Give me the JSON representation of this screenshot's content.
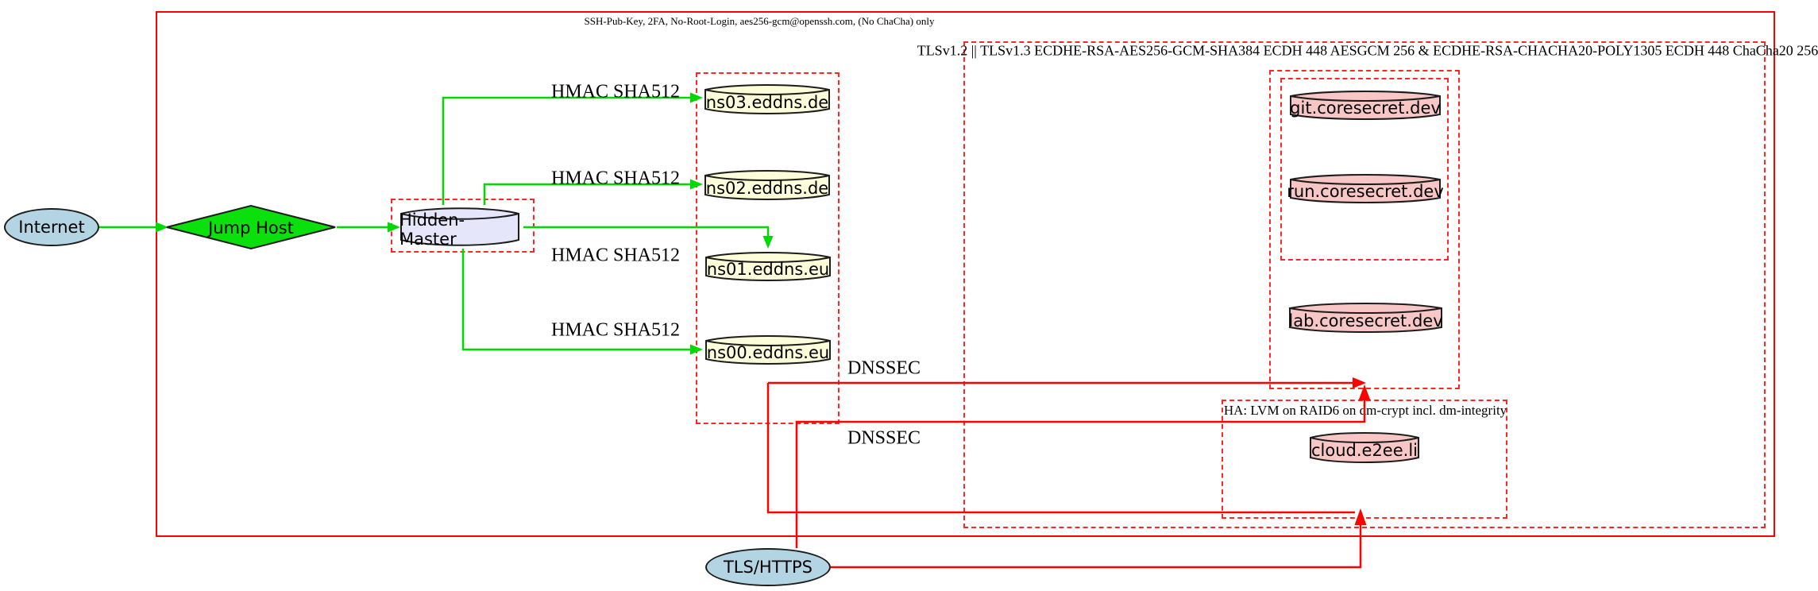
{
  "clusters": {
    "ssh": {
      "label": "SSH-Pub-Key, 2FA, No-Root-Login, aes256-gcm@openssh.com, (No ChaCha) only"
    },
    "tls": {
      "label": "TLSv1.2 || TLSv1.3 ECDHE-RSA-AES256-GCM-SHA384 ECDH 448 AESGCM 256 & ECDHE-RSA-CHACHA20-POLY1305 ECDH 448 ChaCha20 256"
    },
    "ha": {
      "label": "HA: LVM on RAID6 on dm-crypt incl. dm-integrity"
    }
  },
  "nodes": {
    "internet": {
      "label": "Internet",
      "shape": "ellipse"
    },
    "jump_host": {
      "label": "Jump Host",
      "shape": "diamond"
    },
    "hidden_master": {
      "label": "Hidden-Master",
      "shape": "cylinder"
    },
    "ns03": {
      "label": "ns03.eddns.de",
      "shape": "cylinder"
    },
    "ns02": {
      "label": "ns02.eddns.de",
      "shape": "cylinder"
    },
    "ns01": {
      "label": "ns01.eddns.eu",
      "shape": "cylinder"
    },
    "ns00": {
      "label": "ns00.eddns.eu",
      "shape": "cylinder"
    },
    "git": {
      "label": "git.coresecret.dev",
      "shape": "cylinder"
    },
    "run": {
      "label": "run.coresecret.dev",
      "shape": "cylinder"
    },
    "lab": {
      "label": "lab.coresecret.dev",
      "shape": "cylinder"
    },
    "cloud": {
      "label": "cloud.e2ee.li",
      "shape": "cylinder"
    },
    "tls_https": {
      "label": "TLS/HTTPS",
      "shape": "ellipse"
    }
  },
  "edges": {
    "hmac_ns03": {
      "label": "HMAC SHA512"
    },
    "hmac_ns02": {
      "label": "HMAC SHA512"
    },
    "hmac_ns01": {
      "label": "HMAC SHA512"
    },
    "hmac_ns00": {
      "label": "HMAC SHA512"
    },
    "dnssec_top": {
      "label": "DNSSEC"
    },
    "dnssec_bottom": {
      "label": "DNSSEC"
    }
  },
  "colors": {
    "edge-green": "#00d900",
    "edge-red": "#ff0000",
    "cluster-red": "#ff2626",
    "node-stroke": "#1c1c1c",
    "fill-lightblue": "#b3d5e3",
    "fill-green": "#0ce00c",
    "fill-lavender": "#e6e6fa",
    "fill-lightyellow": "#fdfdda",
    "fill-pink": "#f9c6c6"
  }
}
